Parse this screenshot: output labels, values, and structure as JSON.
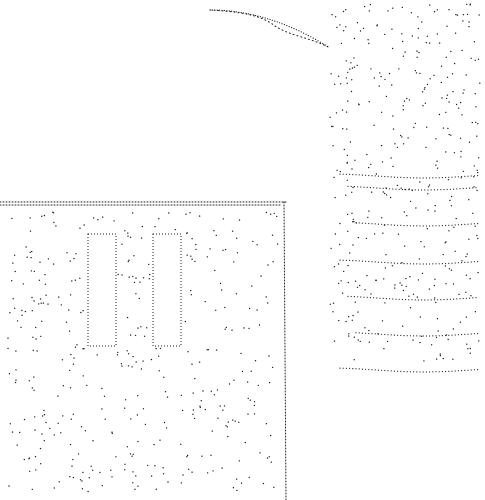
{
  "scene": {
    "background": "#ffffff",
    "ink": "#222222",
    "style": "dotted line drawing"
  },
  "shapes": {
    "outline": "panel-frame",
    "cutouts": [
      "slot-left",
      "slot-right"
    ]
  }
}
